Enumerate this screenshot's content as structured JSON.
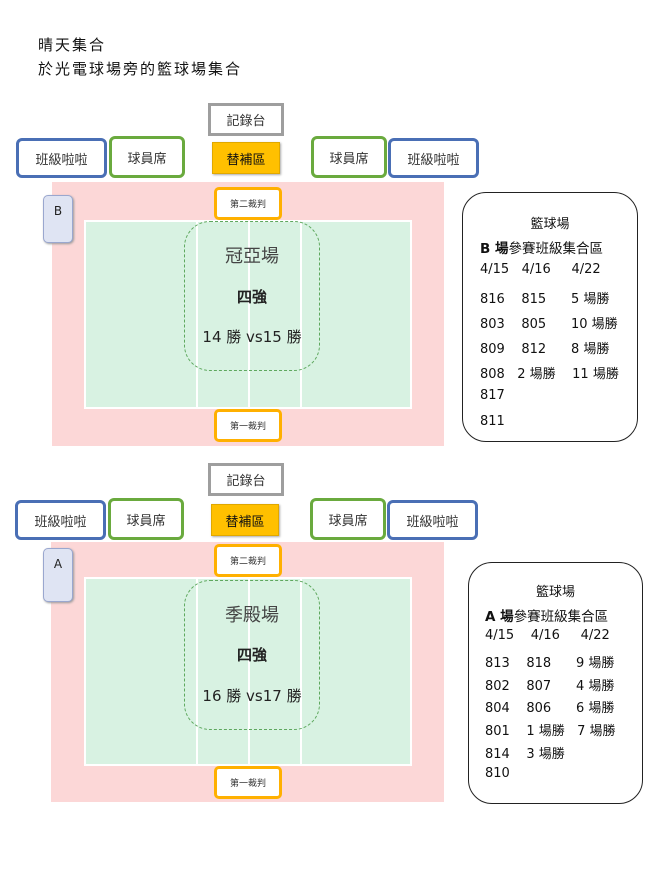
{
  "header": {
    "line1": "晴天集合",
    "line2": "於光電球場旁的籃球場集合"
  },
  "courts": [
    {
      "recorder": "記錄台",
      "sub_zone": "替補區",
      "cheer_left": "班級啦啦",
      "bench_left": "球員席",
      "bench_right": "球員席",
      "cheer_right": "班級啦啦",
      "tab": "B",
      "second_ref": "第二裁判",
      "first_ref": "第一裁判",
      "venue": "冠亞場",
      "round": "四強",
      "score": "14 勝 vs15 勝",
      "card": {
        "title": "籃球場",
        "sub_bold": "B 場",
        "sub_rest": "參賽班級集合區",
        "rows": [
          "4/15   4/16     4/22",
          "816    815      5 場勝",
          "803    805      10 場勝",
          "809    812      8 場勝",
          "808   2 場勝    11 場勝",
          "817",
          "811"
        ]
      }
    },
    {
      "recorder": "記錄台",
      "sub_zone": "替補區",
      "cheer_left": "班級啦啦",
      "bench_left": "球員席",
      "bench_right": "球員席",
      "cheer_right": "班級啦啦",
      "tab": "A",
      "second_ref": "第二裁判",
      "first_ref": "第一裁判",
      "venue": "季殿場",
      "round": "四強",
      "score": "16 勝 vs17 勝",
      "card": {
        "title": "籃球場",
        "sub_bold": "A 場",
        "sub_rest": "參賽班級集合區",
        "rows": [
          "4/15    4/16     4/22",
          "813    818      9 場勝",
          "802    807      4 場勝",
          "804    806      6 場勝",
          "801    1 場勝   7 場勝",
          "814    3 場勝",
          "810"
        ]
      }
    }
  ],
  "colors": {
    "cheer_border": "#4a6fb5",
    "bench_border": "#6aaa3e",
    "sub_zone": "#ffc000",
    "ref_border": "#ffb000",
    "outer_area": "#fcd7d7",
    "court": "#d8f2e2"
  }
}
